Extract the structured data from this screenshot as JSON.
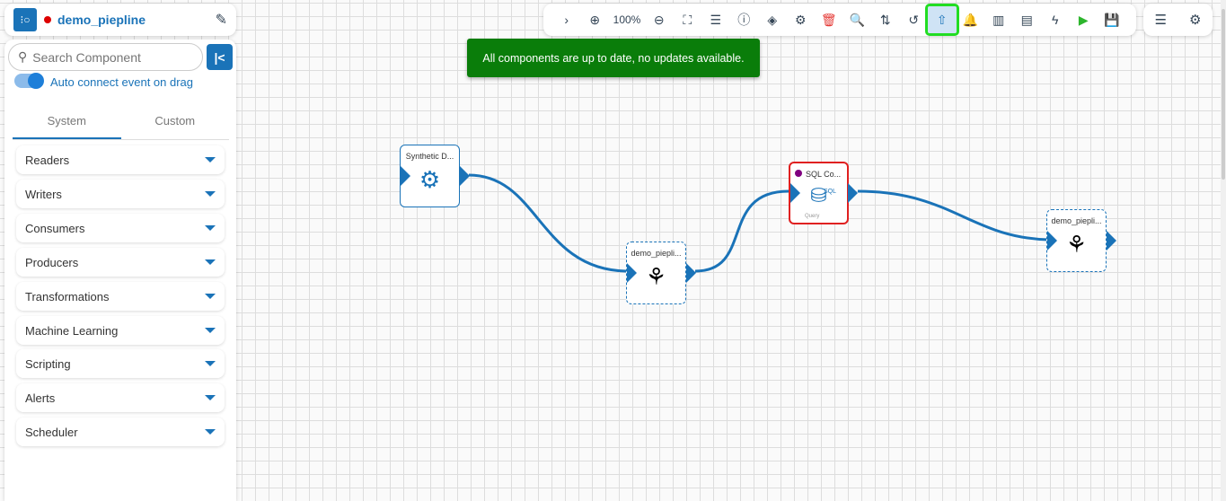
{
  "header": {
    "title": "demo_piepline",
    "status_color": "#dd0000"
  },
  "sidebar": {
    "search_placeholder": "Search Component",
    "auto_connect_label": "Auto connect event on drag",
    "auto_connect_on": true,
    "tabs": [
      {
        "label": "System"
      },
      {
        "label": "Custom"
      }
    ],
    "categories": [
      {
        "label": "Readers"
      },
      {
        "label": "Writers"
      },
      {
        "label": "Consumers"
      },
      {
        "label": "Producers"
      },
      {
        "label": "Transformations"
      },
      {
        "label": "Machine Learning"
      },
      {
        "label": "Scripting"
      },
      {
        "label": "Alerts"
      },
      {
        "label": "Scheduler"
      }
    ]
  },
  "toolbar": {
    "zoom": "100%"
  },
  "toast": {
    "message": "All components are up to date, no updates available."
  },
  "nodes": [
    {
      "label": "Synthetic D..."
    },
    {
      "label": "demo_piepli..."
    },
    {
      "label": "SQL Co...",
      "sub": "SQL",
      "caption": "Query"
    },
    {
      "label": "demo_piepli..."
    }
  ],
  "colors": {
    "accent": "#1a73b8",
    "toast": "#0a7d0a",
    "highlight": "#22dd22",
    "error": "#e02020"
  }
}
